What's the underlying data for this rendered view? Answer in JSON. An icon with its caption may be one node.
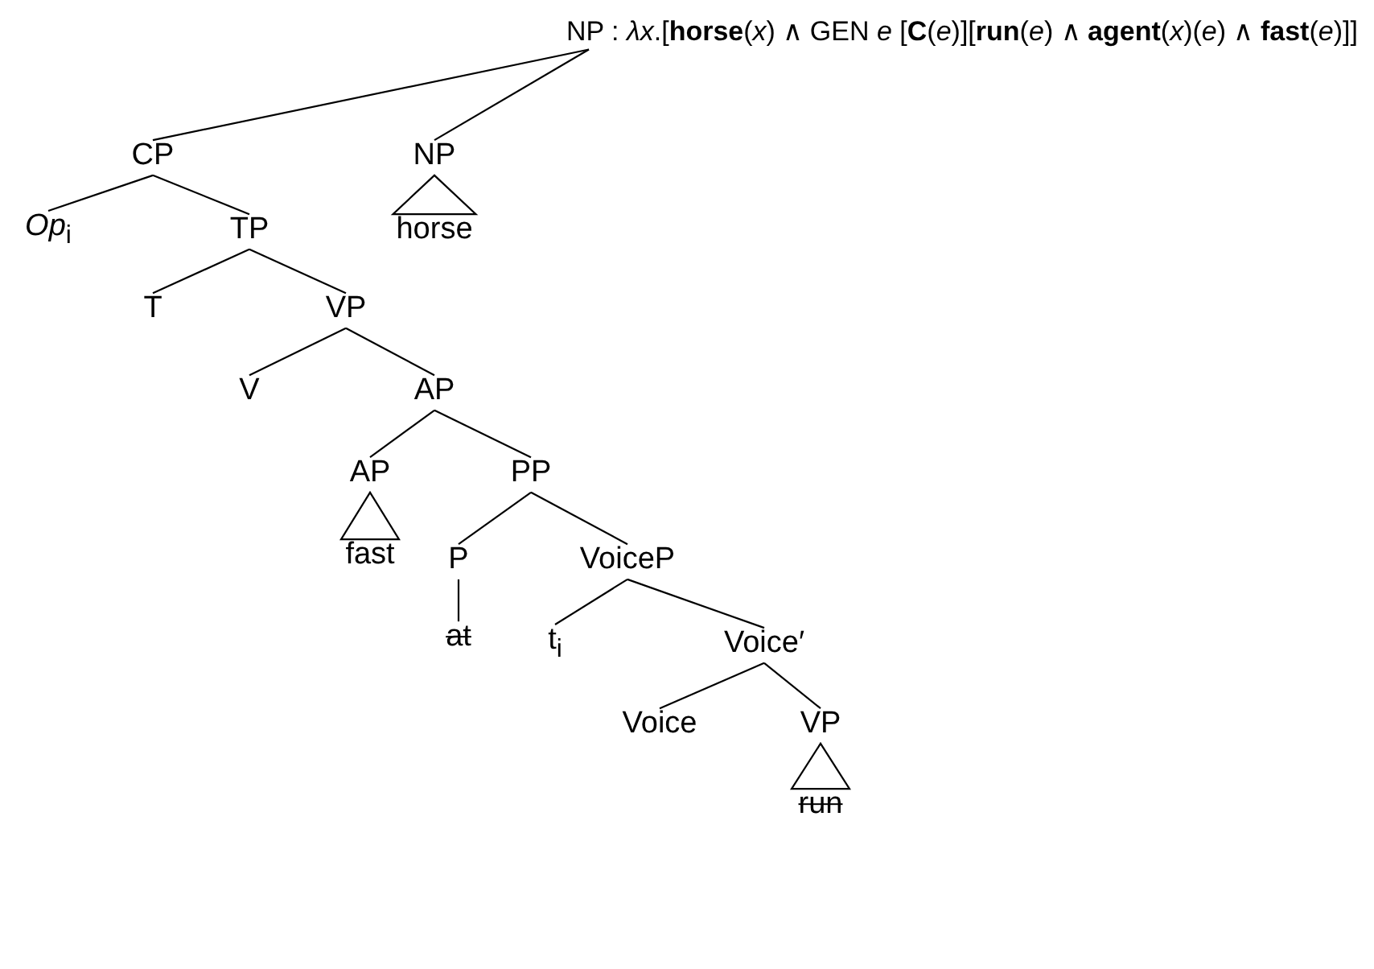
{
  "diagram": {
    "nodes": [
      {
        "text": [
          "NP : *λx*.[**horse**(*x*) ∧ GEN *e* [**C**(*e*)][**run**(*e*) ∧ **agent**(*x*)(*e*) ∧ **fast**(*e*)]]"
        ]
      },
      {
        "text": [
          "CP"
        ]
      },
      {
        "text": [
          "NP"
        ]
      },
      {
        "text": [
          "horse"
        ]
      },
      {
        "text": [
          "*Op*$_{i}$"
        ]
      },
      {
        "text": [
          "TP"
        ]
      },
      {
        "text": [
          "T"
        ]
      },
      {
        "text": [
          "VP"
        ]
      },
      {
        "text": [
          "V"
        ]
      },
      {
        "text": [
          "AP"
        ]
      },
      {
        "text": [
          "AP"
        ]
      },
      {
        "text": [
          "PP"
        ]
      },
      {
        "text": [
          "fast"
        ]
      },
      {
        "text": [
          "P"
        ]
      },
      {
        "text": [
          "VoiceP"
        ]
      },
      {
        "text": [
          "at"
        ]
      },
      {
        "text": [
          "t$_{i}$"
        ]
      },
      {
        "text": [
          "Voice′"
        ]
      },
      {
        "text": [
          "Voice"
        ]
      },
      {
        "text": [
          "VP"
        ]
      },
      {
        "text": [
          "run"
        ]
      }
    ],
    "edges": [
      {
        "from": 0,
        "to": 1,
        "arrow": "none"
      },
      {
        "from": 0,
        "to": 2,
        "arrow": "none"
      },
      {
        "from": 2,
        "to": 3,
        "arrow": "none"
      },
      {
        "from": 1,
        "to": 4,
        "arrow": "none"
      },
      {
        "from": 1,
        "to": 5,
        "arrow": "none"
      },
      {
        "from": 5,
        "to": 6,
        "arrow": "none"
      },
      {
        "from": 5,
        "to": 7,
        "arrow": "none"
      },
      {
        "from": 7,
        "to": 8,
        "arrow": "none"
      },
      {
        "from": 7,
        "to": 9,
        "arrow": "none"
      },
      {
        "from": 9,
        "to": 10,
        "arrow": "none"
      },
      {
        "from": 9,
        "to": 11,
        "arrow": "none"
      },
      {
        "from": 10,
        "to": 12,
        "arrow": "none"
      },
      {
        "from": 11,
        "to": 13,
        "arrow": "none"
      },
      {
        "from": 11,
        "to": 14,
        "arrow": "none"
      },
      {
        "from": 13,
        "to": 15,
        "arrow": "none"
      },
      {
        "from": 14,
        "to": 16,
        "arrow": "none"
      },
      {
        "from": 14,
        "to": 17,
        "arrow": "none"
      },
      {
        "from": 17,
        "to": 18,
        "arrow": "none"
      },
      {
        "from": 17,
        "to": 19,
        "arrow": "none"
      },
      {
        "from": 19,
        "to": 20,
        "arrow": "none"
      }
    ]
  }
}
